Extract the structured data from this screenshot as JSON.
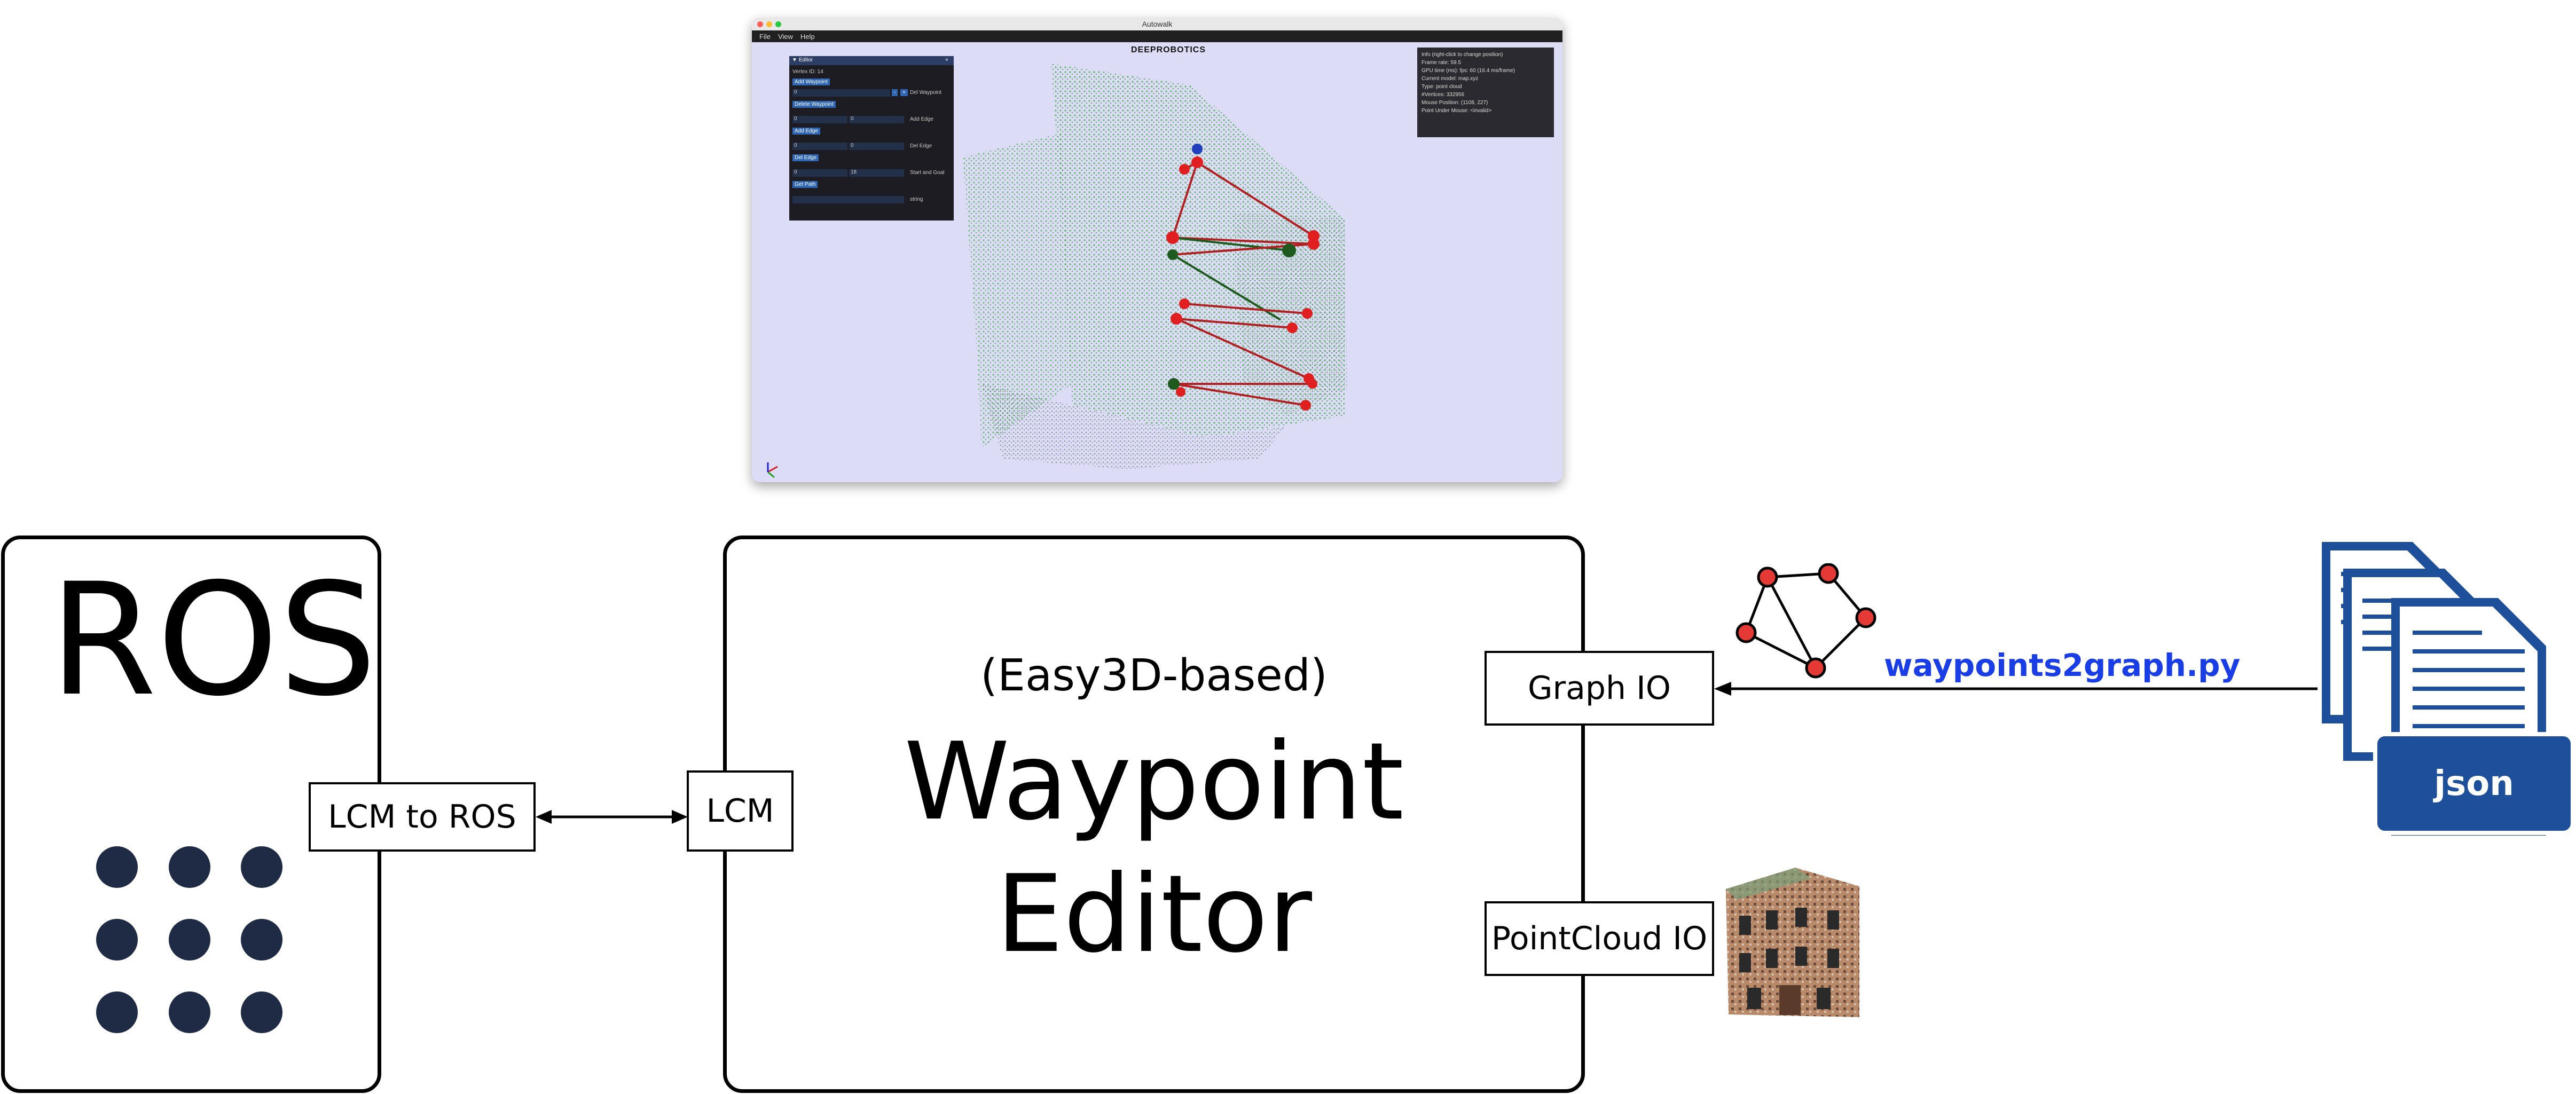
{
  "screenshot": {
    "window_title": "Autowalk",
    "menu": [
      "File",
      "View",
      "Help"
    ],
    "logo": "DEEPROBOTICS",
    "editor_panel": {
      "title": "Editor",
      "vertex_id": "Vertex ID: 14",
      "add_waypoint": "Add Waypoint",
      "del_waypoint_value": "0",
      "del_waypoint_label": "Del Waypoint",
      "delete_waypoint": "Delete Waypoint",
      "add_edge_a": "0",
      "add_edge_b": "0",
      "add_edge_label": "Add Edge",
      "add_edge_button": "Add Edge",
      "del_edge_a": "0",
      "del_edge_b": "0",
      "del_edge_label": "Del Edge",
      "del_edge_button": "Del Edge",
      "start_value": "0",
      "goal_value": "18",
      "start_goal_label": "Start and Goal",
      "get_path": "Get Path",
      "string_label": "string"
    },
    "info_panel": [
      "Info (right-click to change position)",
      "Frame rate: 59.5",
      "GPU time (ms): fps: 60 (16.4 ms/frame)",
      "Current model: map.xyz",
      "Type: point cloud",
      "#Vertices: 332956",
      "Mouse Position: (1108, 227)",
      "Point Under Mouse: <invalid>"
    ]
  },
  "diagram": {
    "ros": {
      "title": "ROS"
    },
    "lcm_to_ros": "LCM to ROS",
    "lcm": "LCM",
    "editor": {
      "subtitle": "(Easy3D-based)",
      "title_line1": "Waypoint",
      "title_line2": "Editor"
    },
    "graph_io": "Graph IO",
    "pointcloud_io": "PointCloud IO",
    "script_label": "waypoints2graph.py",
    "json_label": "json"
  },
  "colors": {
    "dot": "#1f2a44",
    "script_label": "#1a3ee6",
    "json_doc": "#1e4f9a",
    "graph_node": "#e53935",
    "point_cloud": "#1fa81f"
  }
}
